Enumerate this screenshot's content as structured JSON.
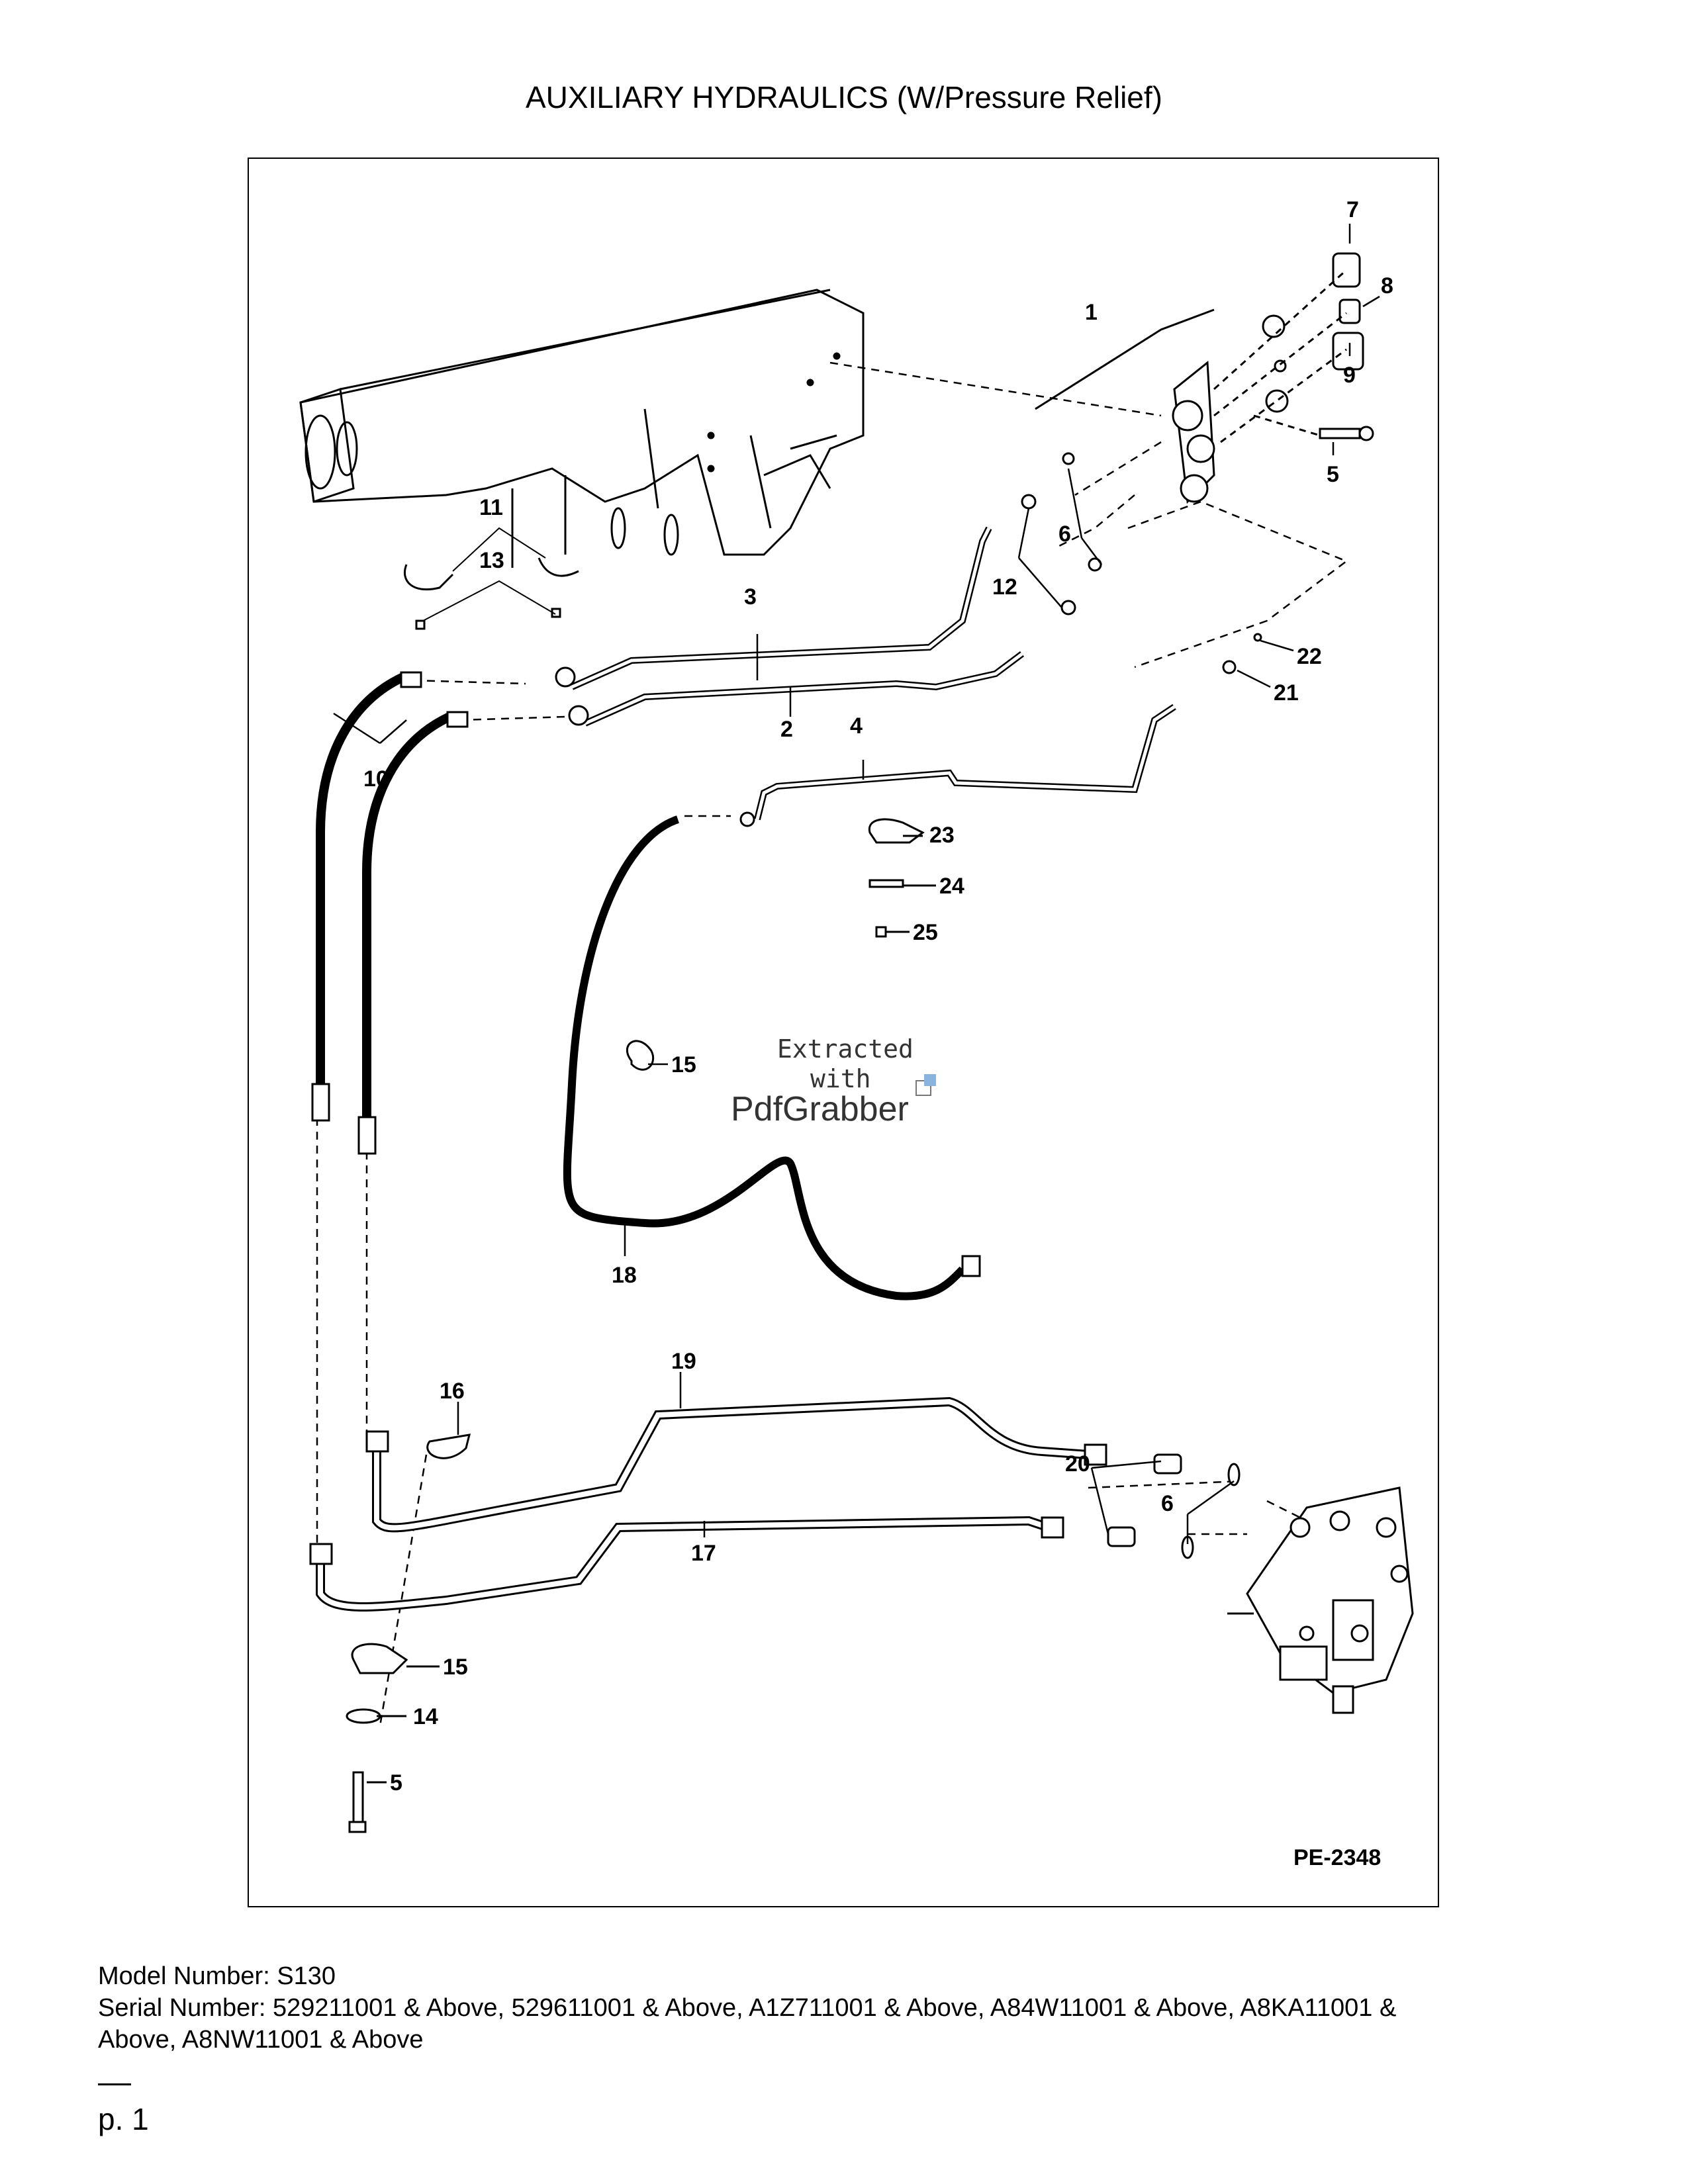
{
  "title": "AUXILIARY HYDRAULICS (W/Pressure Relief)",
  "figure_code": "PE-2348",
  "watermark": {
    "line1": "Extracted",
    "line2": "with",
    "brand": "PdfGrabber"
  },
  "callouts": {
    "c1": "1",
    "c2": "2",
    "c3": "3",
    "c4": "4",
    "c5a": "5",
    "c5b": "5",
    "c6a": "6",
    "c6b": "6",
    "c7": "7",
    "c8": "8",
    "c9": "9",
    "c10": "10",
    "c11": "11",
    "c12": "12",
    "c13": "13",
    "c14": "14",
    "c15a": "15",
    "c15b": "15",
    "c16": "16",
    "c17": "17",
    "c18": "18",
    "c19": "19",
    "c20": "20",
    "c21": "21",
    "c22": "22",
    "c23": "23",
    "c24": "24",
    "c25": "25"
  },
  "footer": {
    "model": "Model Number: S130",
    "serial_line1": "Serial Number: 529211001 & Above, 529611001 & Above, A1Z711001 & Above, A84W11001 & Above, A8KA11001 &",
    "serial_line2": "Above, A8NW11001 & Above"
  },
  "page_number": "p. 1"
}
